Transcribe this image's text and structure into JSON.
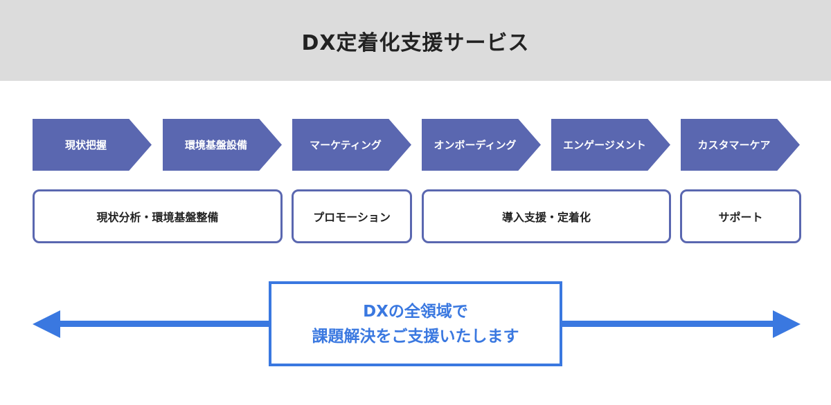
{
  "title": "DX定着化支援サービス",
  "steps": [
    "現状把握",
    "環境基盤設備",
    "マーケティング",
    "オンボーディング",
    "エンゲージメント",
    "カスタマーケア"
  ],
  "phases": [
    "現状分析・環境基盤整備",
    "プロモーション",
    "導入支援・定着化",
    "サポート"
  ],
  "message": {
    "line1": "DXの全領域で",
    "line2": "課題解決をご支援いたします"
  },
  "colors": {
    "step": "#5a67b0",
    "accent": "#3a78e0",
    "header_bg": "#dcdcdc"
  }
}
